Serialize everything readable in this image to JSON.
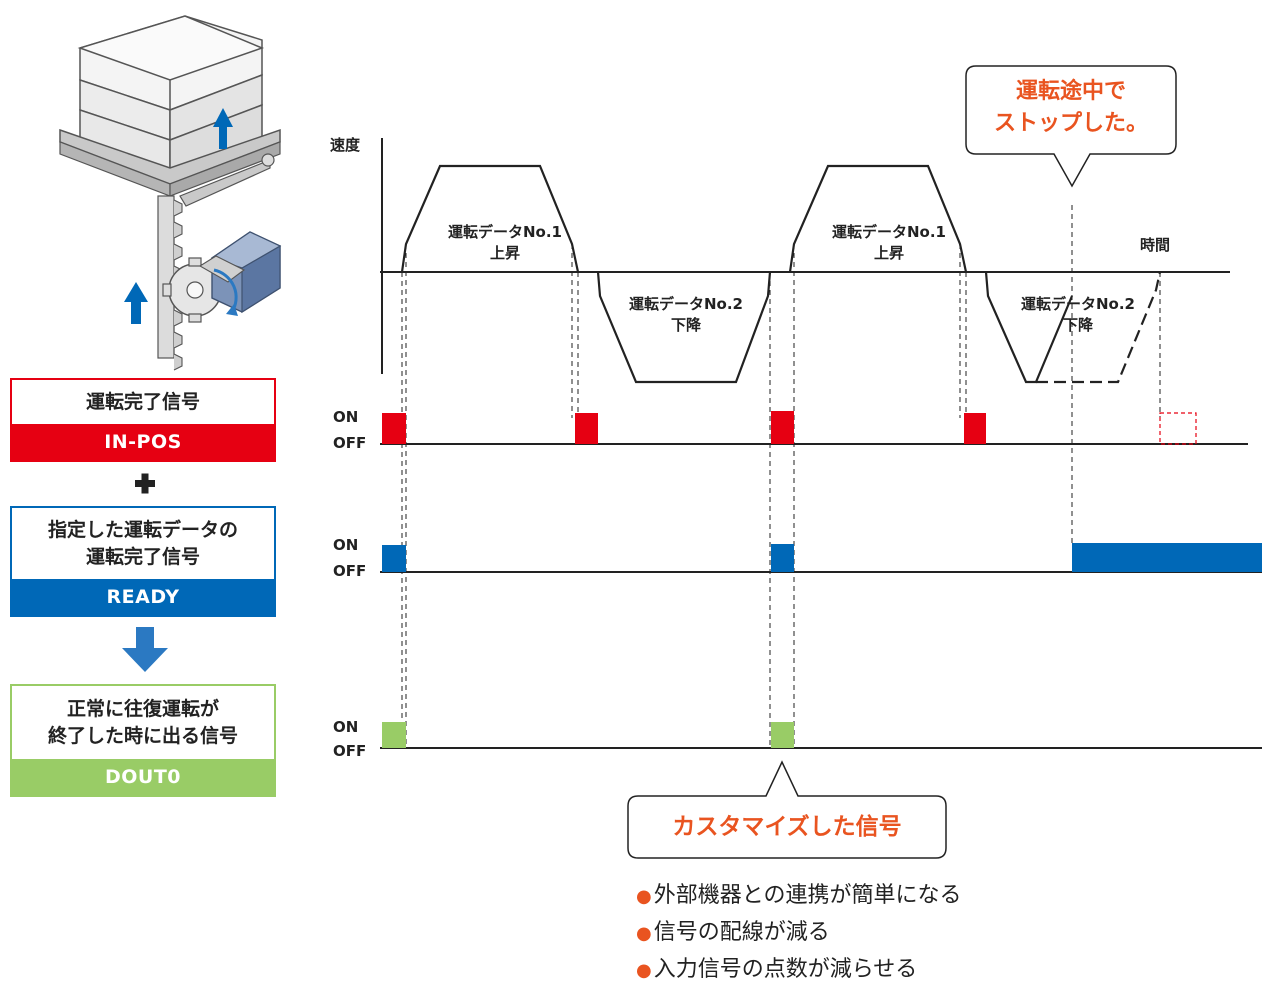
{
  "signals": [
    {
      "title_lines": [
        "運転完了信号"
      ],
      "code": "IN-POS",
      "color": "#e60012"
    },
    {
      "title_lines": [
        "指定した運転データの",
        "運転完了信号"
      ],
      "code": "READY",
      "color": "#0068b7"
    },
    {
      "title_lines": [
        "正常に往復運転が",
        "終了した時に出る信号"
      ],
      "code": "DOUT0",
      "color": "#99cc66"
    }
  ],
  "combine_symbol": "+",
  "arrow_symbol": "down-arrow",
  "chart": {
    "velocity_axis_label": "速度",
    "time_axis_label": "時間",
    "segments": [
      {
        "lines": [
          "運転データNo.1",
          "上昇"
        ]
      },
      {
        "lines": [
          "運転データNo.2",
          "下降"
        ]
      },
      {
        "lines": [
          "運転データNo.1",
          "上昇"
        ]
      },
      {
        "lines": [
          "運転データNo.2",
          "下降"
        ]
      }
    ],
    "on_label": "ON",
    "off_label": "OFF"
  },
  "callout_stop": {
    "lines": [
      "運転途中で",
      "ストップした。"
    ]
  },
  "callout_custom": {
    "text": "カスタマイズした信号"
  },
  "benefits": [
    "外部機器との連携が簡単になる",
    "信号の配線が減る",
    "入力信号の点数が減らせる"
  ],
  "benefit_bullet": "●",
  "colors": {
    "red": "#e60012",
    "blue": "#0068b7",
    "green": "#99cc66",
    "accent": "#e95420"
  }
}
